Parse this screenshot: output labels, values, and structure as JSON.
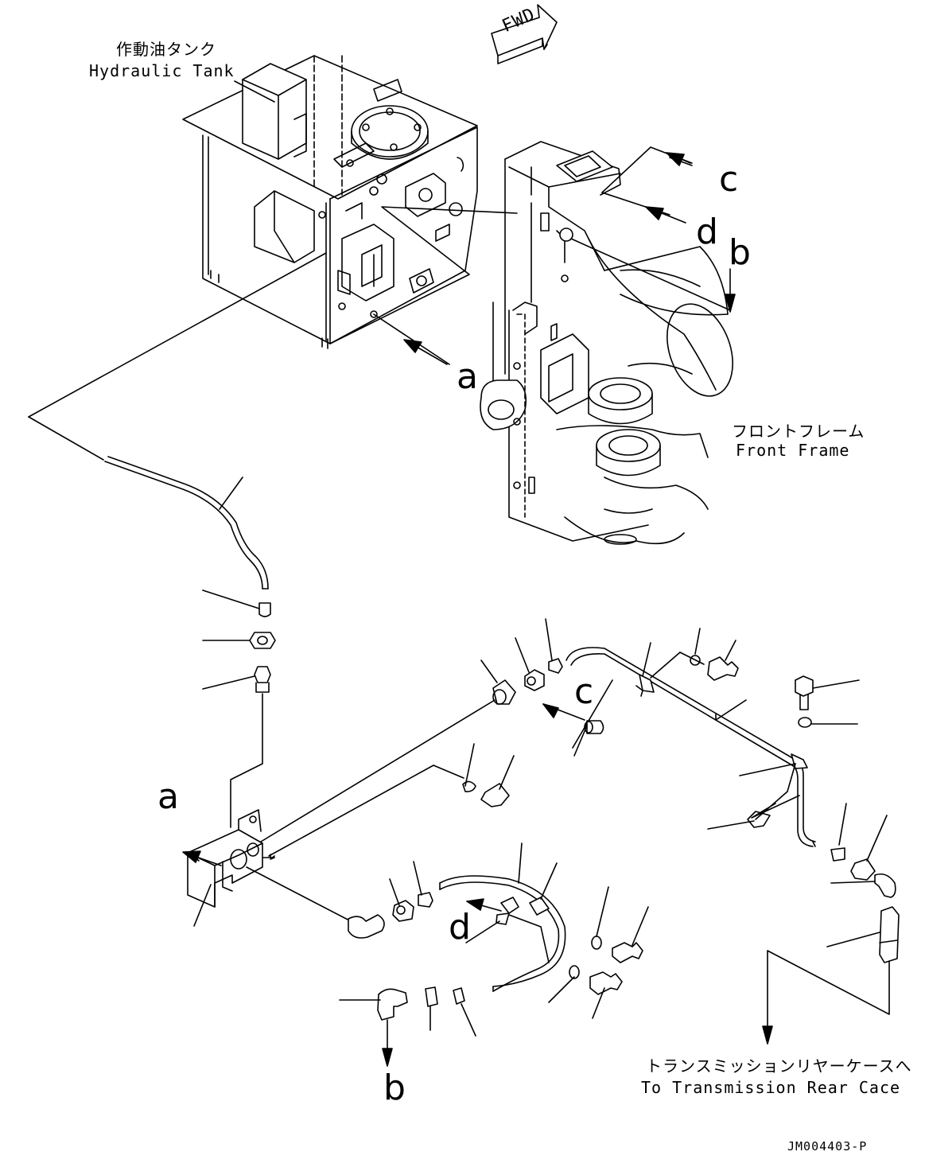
{
  "labels": {
    "hydraulic_tank_jp": "作動油タンク",
    "hydraulic_tank_en": "Hydraulic Tank",
    "front_frame_jp": "フロントフレーム",
    "front_frame_en": "Front Frame",
    "transmission_jp": "トランスミッションリヤーケースへ",
    "transmission_en": "To Transmission Rear Cace",
    "fwd": "FWD",
    "drawing_code": "JM004403-P"
  },
  "callouts": {
    "a": "a",
    "b": "b",
    "c": "c",
    "d": "d"
  }
}
